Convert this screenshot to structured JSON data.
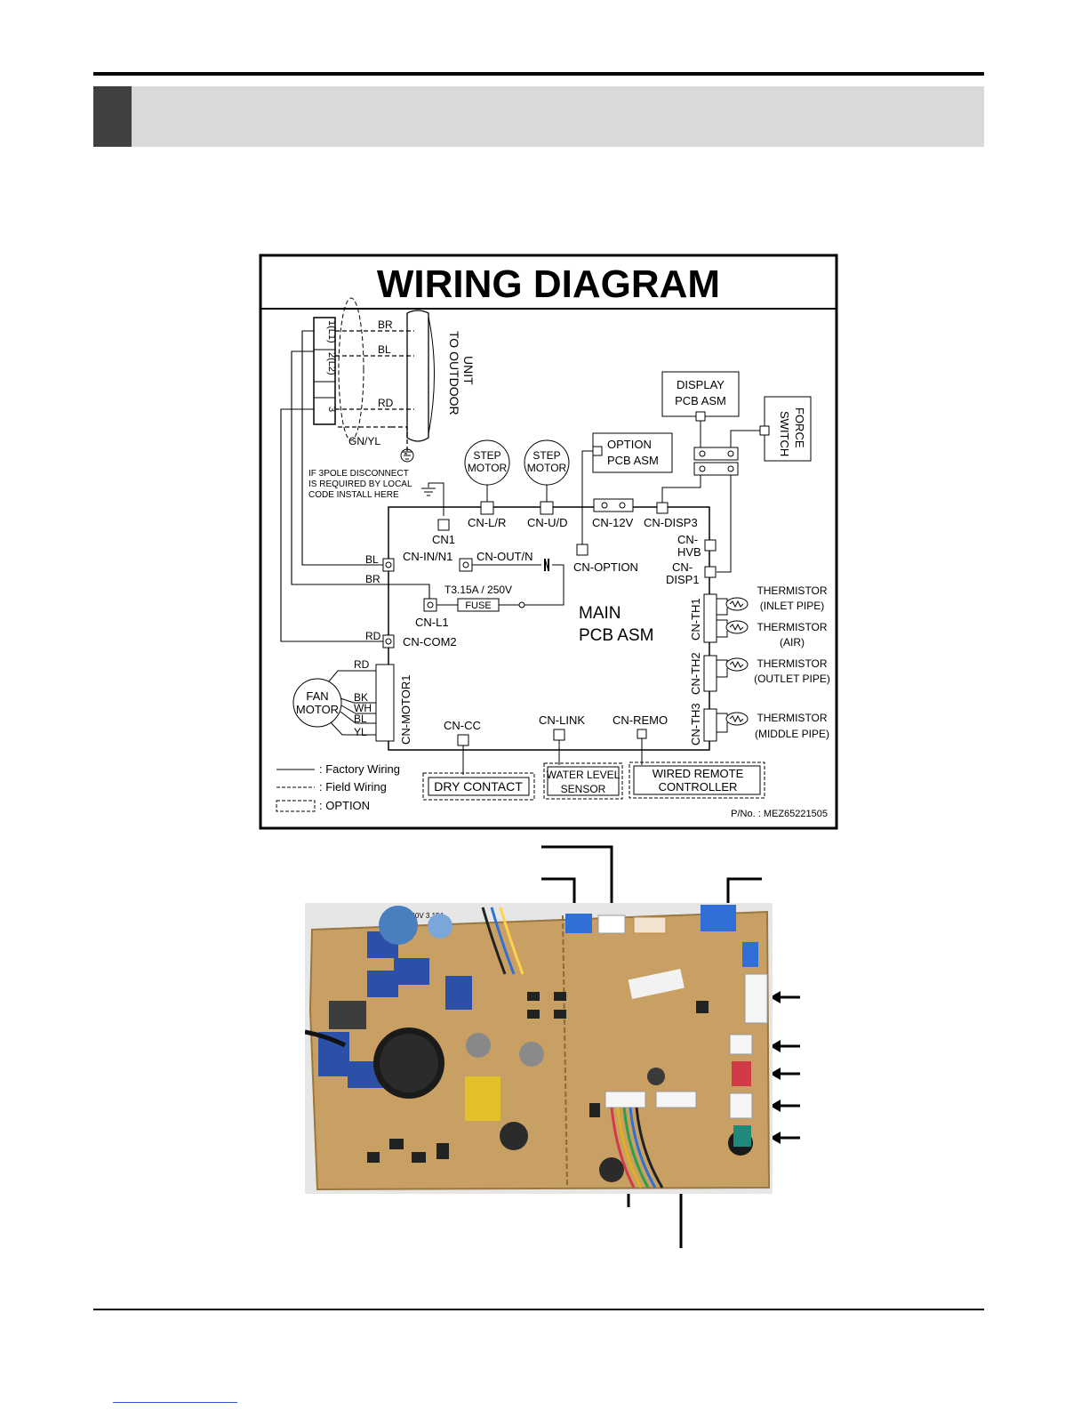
{
  "wiring": {
    "title": "WIRING DIAGRAM",
    "terminals": [
      "1(L1)",
      "2(L2)",
      "3"
    ],
    "wire_colors_outdoor": [
      "BR",
      "BL",
      "RD",
      "GN/YL"
    ],
    "to_outdoor_unit": [
      "TO OUTDOOR",
      "UNIT"
    ],
    "disconnect_note": [
      "IF 3POLE DISCONNECT",
      "IS REQUIRED BY LOCAL",
      "CODE INSTALL HERE"
    ],
    "step_motor": [
      "STEP",
      "MOTOR"
    ],
    "option_pcb": [
      "OPTION",
      "PCB ASM"
    ],
    "display_pcb": [
      "DISPLAY",
      "PCB ASM"
    ],
    "force_switch": [
      "FORCE",
      "SWITCH"
    ],
    "main_pcb": [
      "MAIN",
      "PCB ASM"
    ],
    "connectors": {
      "cn1": "CN1",
      "cn_lr": "CN-L/R",
      "cn_ud": "CN-U/D",
      "cn_12v": "CN-12V",
      "cn_disp3": "CN-DISP3",
      "cn_hvb": [
        "CN-",
        "HVB"
      ],
      "cn_disp1": [
        "CN-",
        "DISP1"
      ],
      "cn_in_n1": "CN-IN/N1",
      "cn_out_n": "CN-OUT/N",
      "cn_option": "CN-OPTION",
      "cn_l1": "CN-L1",
      "cn_com2": "CN-COM2",
      "cn_motor1": "CN-MOTOR1",
      "cn_th1": "CN-TH1",
      "cn_th2": "CN-TH2",
      "cn_th3": "CN-TH3",
      "cn_cc": "CN-CC",
      "cn_link": "CN-LINK",
      "cn_remo": "CN-REMO"
    },
    "pcb_wire_labels": {
      "bl": "BL",
      "br": "BR",
      "rd": "RD"
    },
    "fuse_rating": "T3.15A / 250V",
    "fuse": "FUSE",
    "fan_motor": [
      "FAN",
      "MOTOR"
    ],
    "fan_wires": [
      "RD",
      "BK",
      "WH",
      "BL",
      "YL"
    ],
    "thermistors": [
      {
        "name": "THERMISTOR",
        "where": "(INLET PIPE)"
      },
      {
        "name": "THERMISTOR",
        "where": "(AIR)"
      },
      {
        "name": "THERMISTOR",
        "where": "(OUTLET PIPE)"
      },
      {
        "name": "THERMISTOR",
        "where": "(MIDDLE PIPE)"
      }
    ],
    "dry_contact": "DRY CONTACT",
    "water_level": [
      "WATER LEVEL",
      "SENSOR"
    ],
    "wired_remote": [
      "WIRED REMOTE",
      "CONTROLLER"
    ],
    "legend": [
      ": Factory Wiring",
      ": Field Wiring",
      ": OPTION"
    ],
    "part_no": "P/No. : MEZ65221505"
  },
  "photo": {
    "silkscreen": "250V 3.15A"
  },
  "colors": {
    "pcb_board": "#c9a063",
    "connector_blue": "#2f6fd6",
    "connector_red": "#d23a4a",
    "connector_teal": "#1e8a7c",
    "header_band": "#d9d9d9",
    "header_block": "#404040"
  }
}
